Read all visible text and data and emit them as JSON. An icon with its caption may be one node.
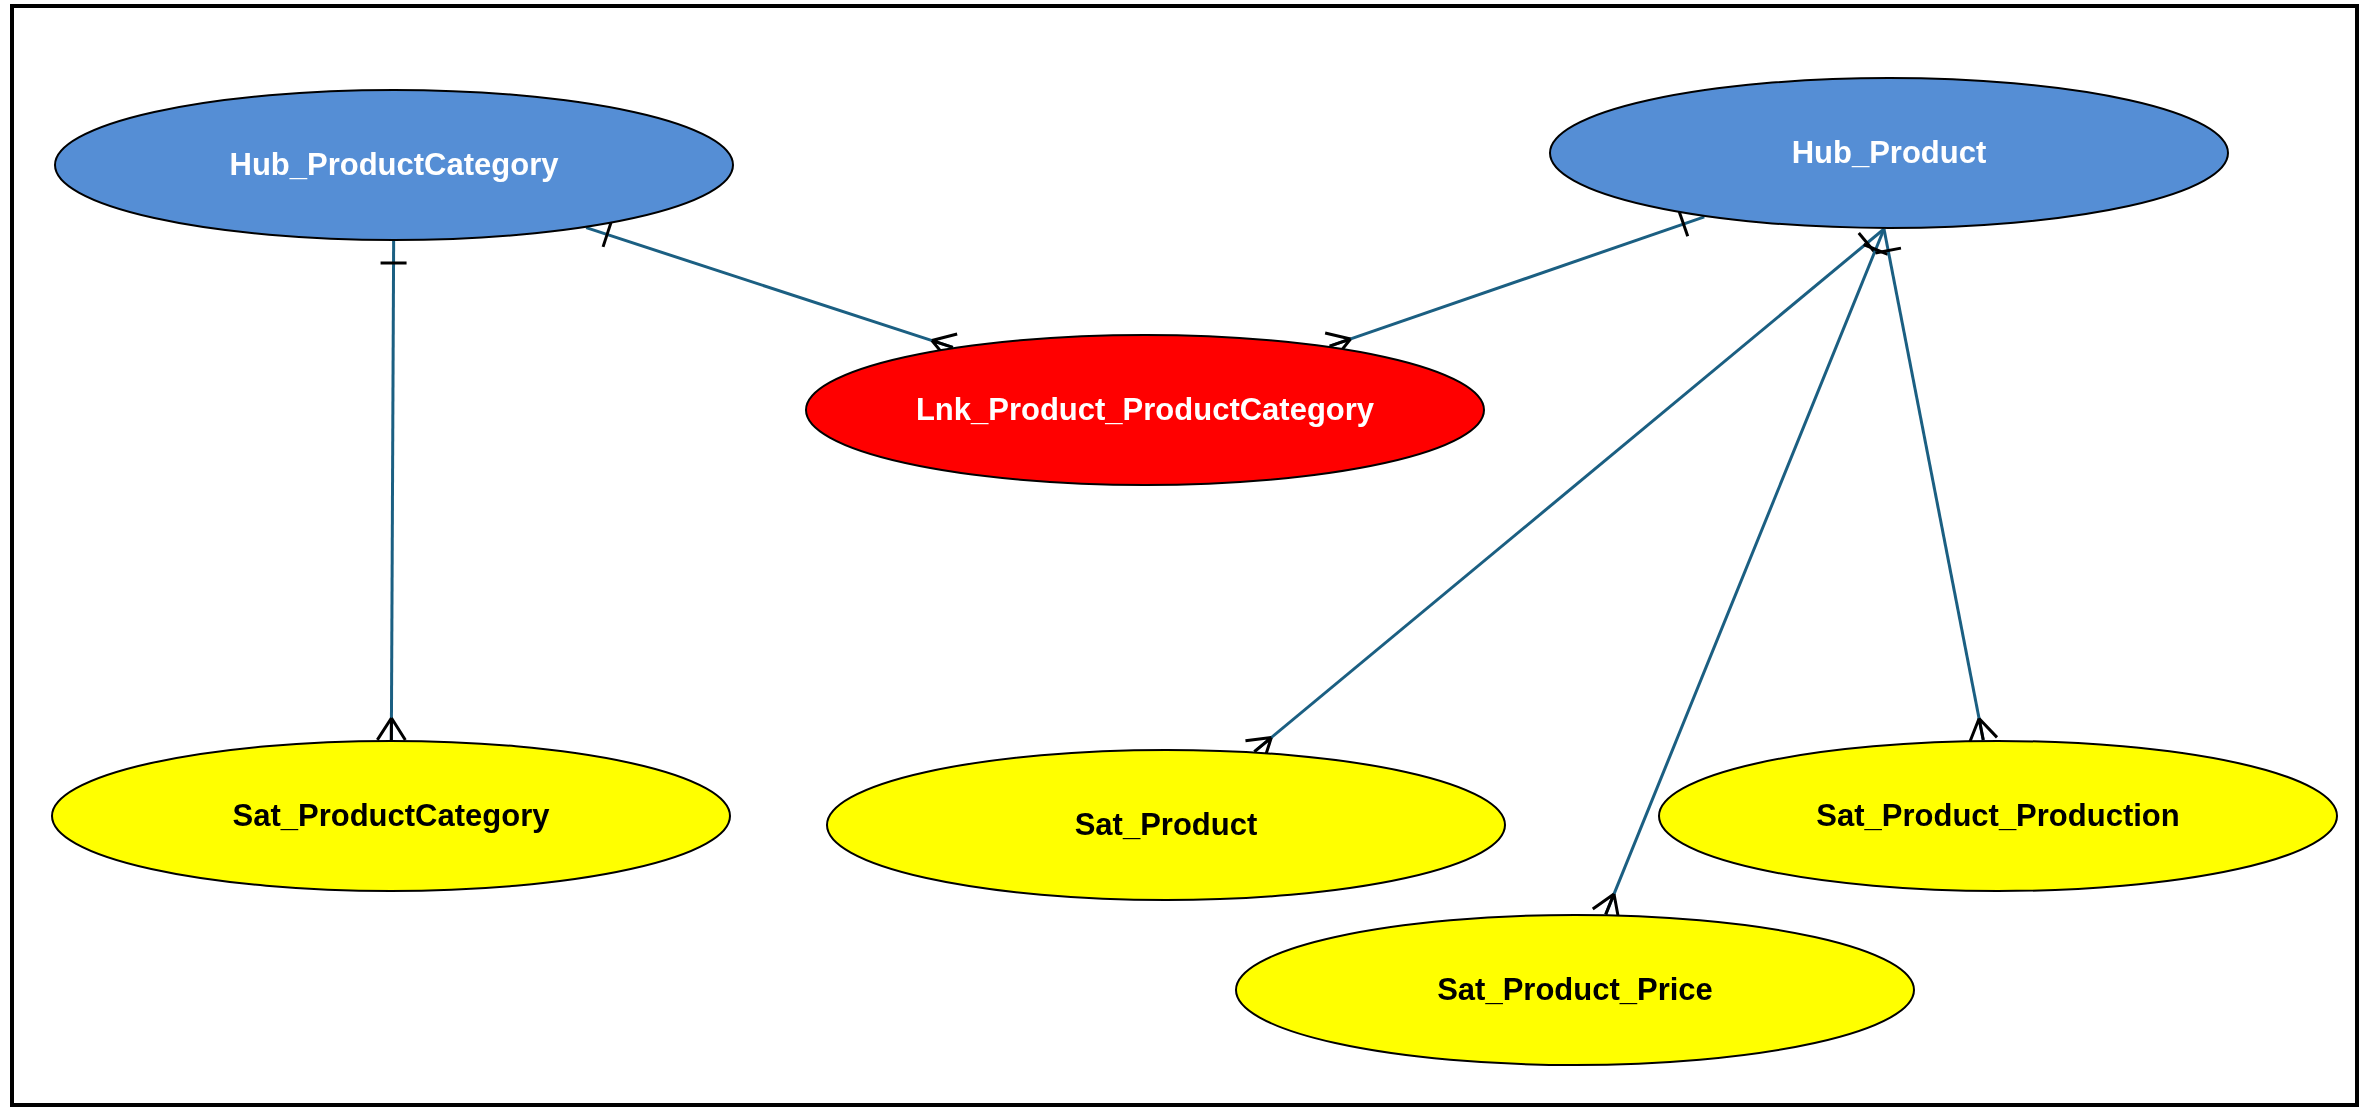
{
  "diagram": {
    "nodes": [
      {
        "text": [
          "Hub_ProductCategory"
        ]
      },
      {
        "text": [
          "Hub_Product"
        ]
      },
      {
        "text": [
          "Lnk_Product_ProductCategory"
        ]
      },
      {
        "text": [
          "Sat_ProductCategory"
        ]
      },
      {
        "text": [
          "Sat_Product"
        ]
      },
      {
        "text": [
          "Sat_Product_Production"
        ]
      },
      {
        "text": [
          "Sat_Product_Price"
        ]
      }
    ],
    "edges": [
      {
        "from": 0,
        "to": 2,
        "arrow": "other"
      },
      {
        "from": 1,
        "to": 2,
        "arrow": "other"
      },
      {
        "from": 0,
        "to": 3,
        "arrow": "other"
      },
      {
        "from": 1,
        "to": 4,
        "arrow": "other"
      },
      {
        "from": 1,
        "to": 6,
        "arrow": "other"
      },
      {
        "from": 1,
        "to": 5,
        "arrow": "other"
      }
    ]
  }
}
